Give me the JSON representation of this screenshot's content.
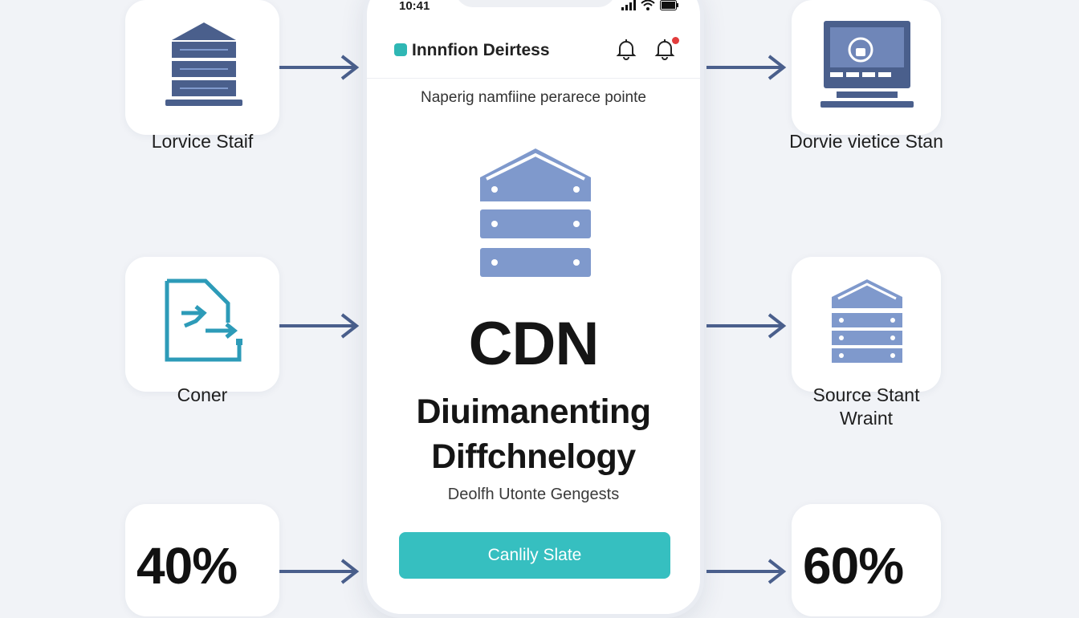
{
  "status_bar": {
    "time": "10:41"
  },
  "app": {
    "title": "Innnfion Deirtess"
  },
  "main": {
    "subtitle": "Naperig namfiine perarece pointe",
    "big_title": "CDN",
    "headline_line1": "Diuimanenting",
    "headline_line2": "Diffchnelogy",
    "caption": "Deolfh Utonte Gengests",
    "cta_label": "Canlily Slate"
  },
  "left_cards": [
    {
      "label": "Lorvice Staif",
      "icon": "server-rack-icon"
    },
    {
      "label": "Coner",
      "icon": "document-export-icon"
    },
    {
      "label": "40%"
    }
  ],
  "right_cards": [
    {
      "label": "Dorvie vietice Stan",
      "icon": "monitor-lock-icon"
    },
    {
      "label_line1": "Source Stant",
      "label_line2": "Wraint",
      "icon": "server-rack-icon"
    },
    {
      "label": "60%"
    }
  ],
  "colors": {
    "accent": "#36bfc0",
    "icon_dark": "#4a5f8c",
    "icon_light": "#7f99cc",
    "doc_icon": "#2d9bb8",
    "badge": "#e23c3c"
  }
}
